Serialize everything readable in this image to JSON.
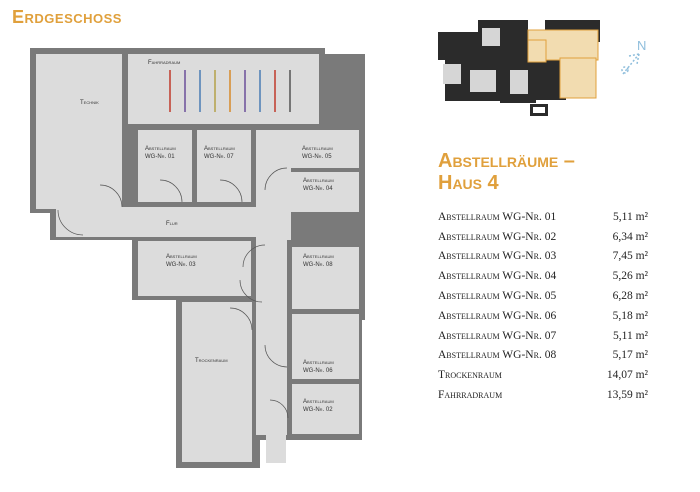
{
  "floor_title": "Erdgeschoss",
  "heading": {
    "line1": "Abstellräume –",
    "line2": "Haus 4"
  },
  "compass": {
    "label": "N"
  },
  "colors": {
    "accent": "#e0a03c",
    "wall": "#7a7a7a",
    "room": "#dcdcdc"
  },
  "plan_labels": {
    "fahrradraum": "Fahrradraum",
    "technik": "Technik",
    "abstell": "Abstellraum",
    "wg01": "WG-Nr. 01",
    "wg07": "WG-Nr. 07",
    "wg05": "WG-Nr. 05",
    "wg04": "WG-Nr. 04",
    "wg03": "WG-Nr. 03",
    "wg08": "WG-Nr. 08",
    "wg06": "WG-Nr. 06",
    "wg02": "WG-Nr. 02",
    "flur": "Flur",
    "trockenraum": "Trockenraum"
  },
  "areas": [
    {
      "name": "Abstellraum WG-Nr. 01",
      "value": "5,11 m²"
    },
    {
      "name": "Abstellraum WG-Nr. 02",
      "value": "6,34 m²"
    },
    {
      "name": "Abstellraum WG-Nr. 03",
      "value": "7,45 m²"
    },
    {
      "name": "Abstellraum WG-Nr. 04",
      "value": "5,26 m²"
    },
    {
      "name": "Abstellraum WG-Nr. 05",
      "value": "6,28 m²"
    },
    {
      "name": "Abstellraum WG-Nr. 06",
      "value": "5,18 m²"
    },
    {
      "name": "Abstellraum WG-Nr. 07",
      "value": "5,11 m²"
    },
    {
      "name": "Abstellraum WG-Nr. 08",
      "value": "5,17 m²"
    },
    {
      "name": "Trockenraum",
      "value": "14,07 m²"
    },
    {
      "name": "Fahrradraum",
      "value": "13,59 m²"
    }
  ]
}
